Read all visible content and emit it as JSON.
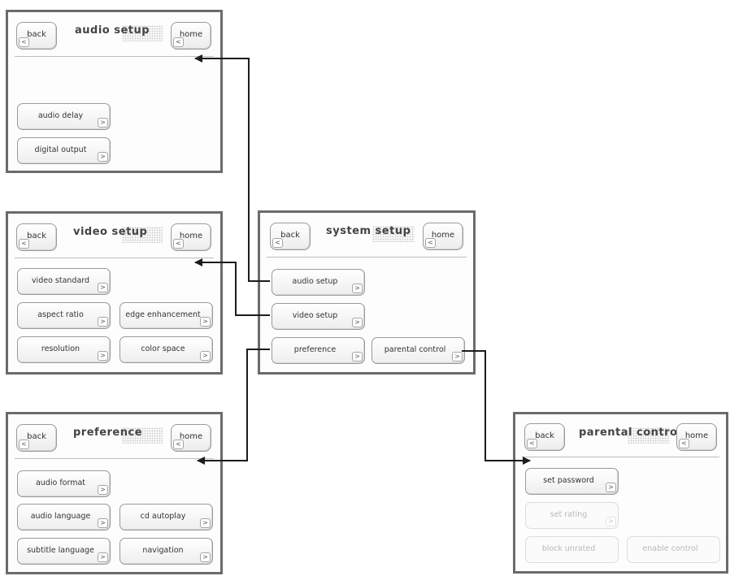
{
  "common": {
    "back_label": "back",
    "home_label": "home",
    "back_glyph": "<",
    "next_glyph": ">"
  },
  "audio_setup": {
    "title": "audio setup",
    "buttons": [
      "audio delay",
      "digital output"
    ]
  },
  "video_setup": {
    "title": "video setup",
    "buttons": [
      "video standard",
      "aspect ratio",
      "edge enhancement",
      "resolution",
      "color space"
    ]
  },
  "system_setup": {
    "title": "system setup",
    "buttons": [
      "audio setup",
      "video setup",
      "preference",
      "parental control"
    ]
  },
  "preference": {
    "title": "preference",
    "buttons": [
      "audio format",
      "audio language",
      "cd autoplay",
      "subtitle language",
      "navigation"
    ]
  },
  "parental_control": {
    "title": "parental control",
    "buttons": [
      "set password",
      "set rating",
      "block unrated",
      "enable control"
    ],
    "disabled": [
      "set rating",
      "block unrated",
      "enable control"
    ]
  }
}
